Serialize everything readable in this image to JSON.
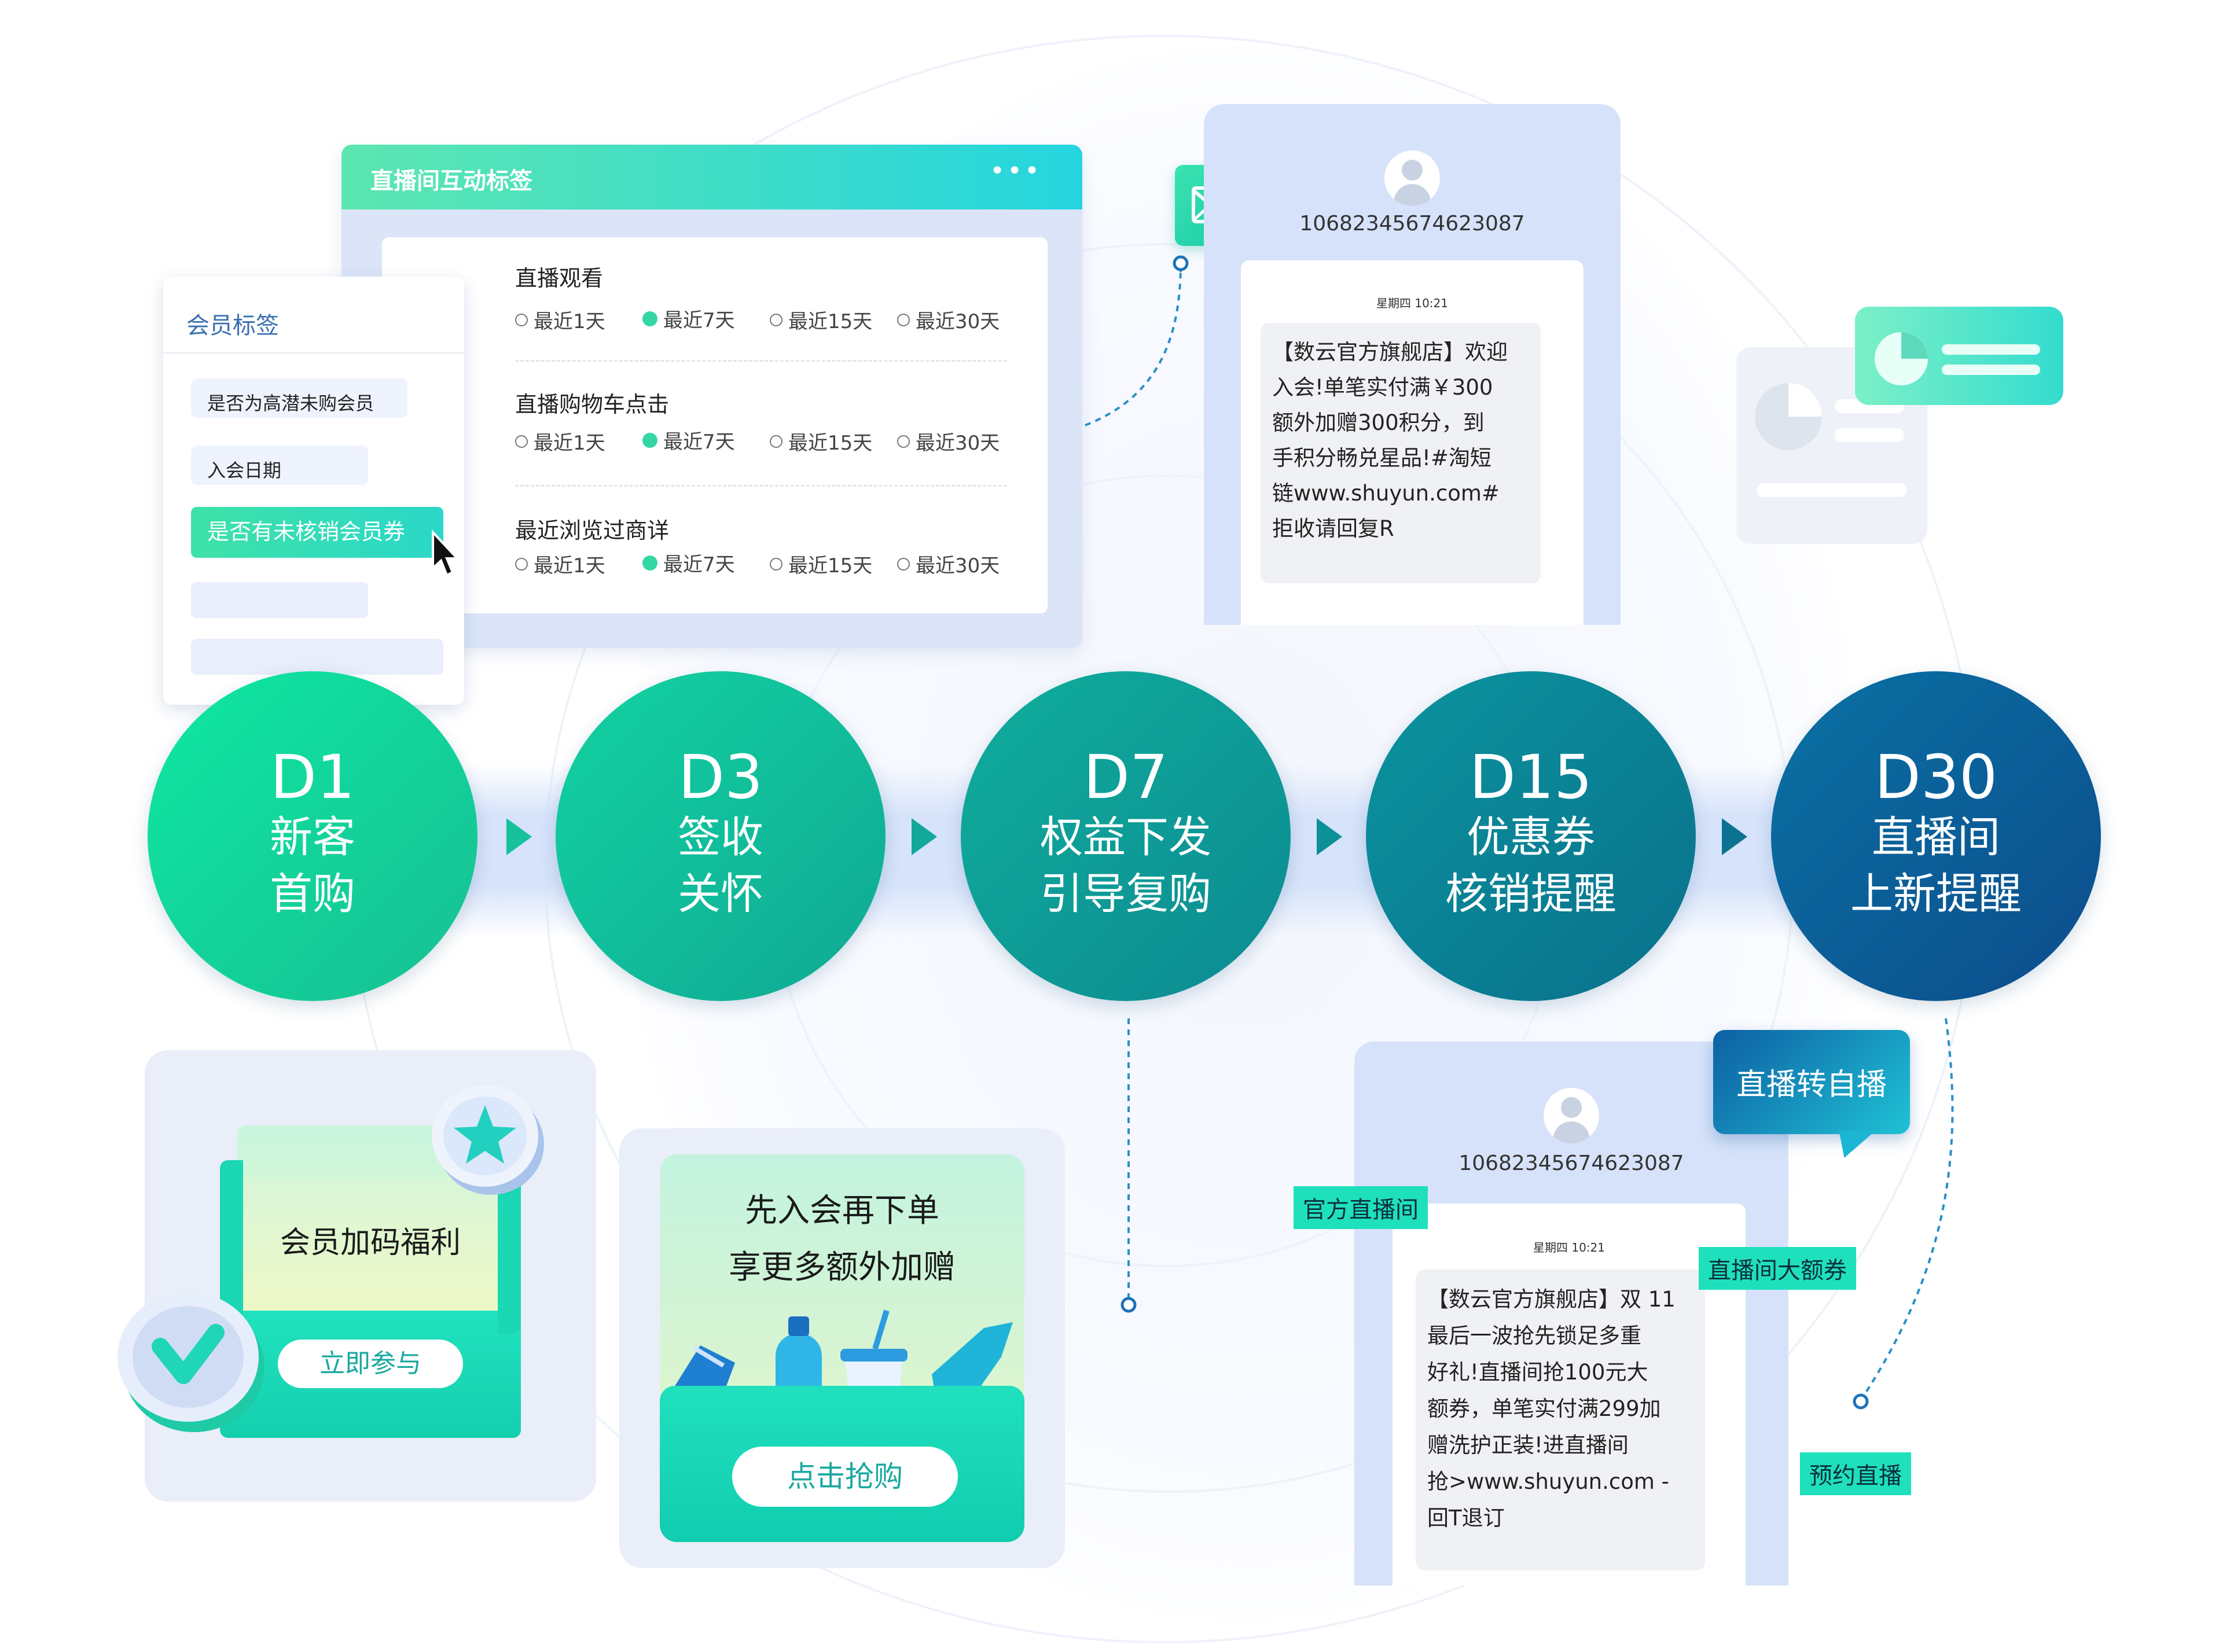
{
  "live_panel": {
    "title": "直播间互动标签",
    "more": "•••",
    "groups": [
      {
        "title": "直播观看",
        "options": [
          "最近1天",
          "最近7天",
          "最近15天",
          "最近30天"
        ],
        "selected": 1
      },
      {
        "title": "直播购物车点击",
        "options": [
          "最近1天",
          "最近7天",
          "最近15天",
          "最近30天"
        ],
        "selected": 1
      },
      {
        "title": "最近浏览过商详",
        "options": [
          "最近1天",
          "最近7天",
          "最近15天",
          "最近30天"
        ],
        "selected": 1
      }
    ]
  },
  "member_panel": {
    "title": "会员标签",
    "tags": [
      "是否为高潜未购会员",
      "入会日期",
      "是否有未核销会员券"
    ],
    "selected": 2
  },
  "sms_top": {
    "phone": "10682345674623087",
    "time": "星期四 10:21",
    "message_lines": [
      "【数云官方旗舰店】欢迎",
      "入会!单笔实付满￥300",
      "额外加赠300积分，到",
      "手积分畅兑星品!#淘短",
      "链www.shuyun.com#",
      "拒收请回复R"
    ]
  },
  "steps": [
    {
      "day": "D1",
      "line1": "新客",
      "line2": "首购",
      "color_from": "#0ee8a2",
      "color_to": "#19c495"
    },
    {
      "day": "D3",
      "line1": "签收",
      "line2": "关怀",
      "color_from": "#12cfa0",
      "color_to": "#13ad95"
    },
    {
      "day": "D7",
      "line1": "权益下发",
      "line2": "引导复购",
      "color_from": "#10a99a",
      "color_to": "#0f8e93"
    },
    {
      "day": "D15",
      "line1": "优惠券",
      "line2": "核销提醒",
      "color_from": "#0b8f9c",
      "color_to": "#0a7490"
    },
    {
      "day": "D30",
      "line1": "直播间",
      "line2": "上新提醒",
      "color_from": "#0a6aa0",
      "color_to": "#0d4f8f"
    }
  ],
  "card_member": {
    "title": "会员加码福利",
    "button": "立即参与"
  },
  "card_join": {
    "line1": "先入会再下单",
    "line2": "享更多额外加赠",
    "button": "点击抢购"
  },
  "sms_bottom": {
    "phone": "10682345674623087",
    "time": "星期四 10:21",
    "message_lines": [
      "【数云官方旗舰店】双 11",
      "最后一波抢先锁足多重",
      "好礼!直播间抢100元大",
      "额券，单笔实付满299加",
      "赠洗护正装!进直播间",
      "抢>www.shuyun.com -",
      "回T退订"
    ],
    "badge": "直播转自播",
    "tags": [
      "官方直播间",
      "直播间大额券",
      "预约直播"
    ]
  }
}
